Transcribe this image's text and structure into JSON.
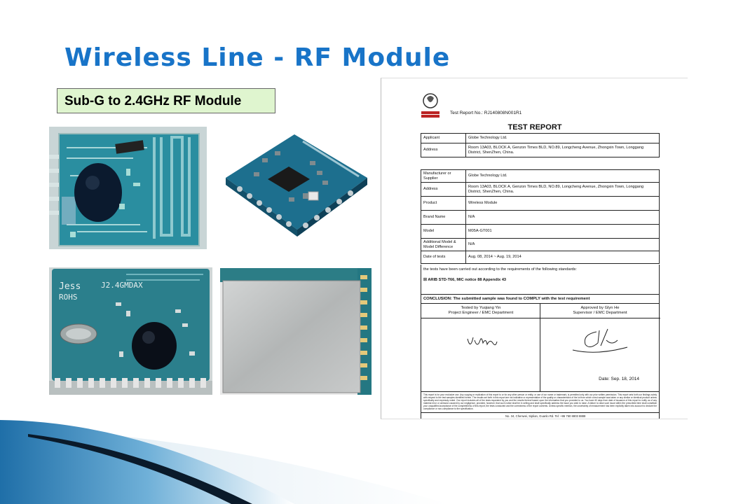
{
  "slide": {
    "title": "Wireless Line - RF Module",
    "subtitle": "Sub-G to 2.4GHz RF Module"
  },
  "photos": [
    {
      "name": "rf-module-pcb-antenna",
      "marking": ""
    },
    {
      "name": "rf-module-qfn-chip",
      "marking": ""
    },
    {
      "name": "rf-module-jess-board",
      "marking_line1": "Jess",
      "marking_line2": "J2.4GMDAX",
      "marking_line3": "ROHS"
    },
    {
      "name": "rf-module-shielded",
      "marking": ""
    }
  ],
  "report": {
    "report_no": "Test Report No.: RJ140808N001R1",
    "title": "TEST REPORT",
    "rows_a": [
      {
        "key": "Applicant",
        "value": "Globe Technology Ltd."
      },
      {
        "key": "Address",
        "value": "Room 13A03, BLOCK A, Genzon Times BLD, NO.89, Longcheng Avenue, Zhongxin Town, Longgang District, ShenZhen, China."
      }
    ],
    "rows_b": [
      {
        "key": "Manufacturer or Supplier",
        "value": "Globe Technology Ltd."
      },
      {
        "key": "Address",
        "value": "Room 13A03, BLOCK A, Genzon Times BLD, NO.89, Longcheng Avenue, Zhongxin Town, Longgang District, ShenZhen, China."
      },
      {
        "key": "Product",
        "value": "Wireless Module"
      },
      {
        "key": "Brand Name",
        "value": "N/A"
      },
      {
        "key": "Model",
        "value": "M05A-GT001"
      },
      {
        "key": "Additional Model & Model Difference",
        "value": "N/A"
      },
      {
        "key": "Date of tests",
        "value": "Aug. 08, 2014 ~ Aug. 19, 2014"
      }
    ],
    "standards_intro": "the tests have been carried out according to the requirements of the following standards:",
    "standard": "☒  ARIB STD-T66, MIC notice 88 Appendix 43",
    "conclusion": "CONCLUSION: The submitted sample was found to COMPLY with the test requirement",
    "tested_by": "Tested by Yuqiang Yin",
    "tested_role": "Project Engineer / EMC Department",
    "approved_by": "Approved by Glyn He",
    "approved_role": "Supervisor / EMC Department",
    "date": "Date: Sep. 18, 2014",
    "disclaimer": "This report is for your exclusive use. Any copying or replication of this report to or for any other person or entity, or use of our name or trademark, is permitted only with our prior written permission. This report sets forth our findings solely with respect to the test samples identified herein. The results set forth in this report are not indicative or representative of the quality or characteristics of the lot from which a test sample was taken or any similar or identical product unless specifically and expressly noted. Our report includes all of the tests requested by you and the results thereof based upon the information that you provided to us. You have 60 days from date of issuance of this report to notify us of any material error or omission caused by our negligence, provided, however, that such notice shall be in writing and shall specifically address the issue you wish to raise. A failure to raise such issue within the prescribed time shall constitute your unqualified acceptance of the completeness of this report, the tests conducted and the correctness of the report contents. Unless specific mention, the uncertainty of measurement has been explicitly taken into account to declare the compliance or non-compliance to the specification.",
    "address_strip": "No. 34, Chenwei, Siplian, Guanlo Rd.   Tel: +86 760 8803 8888"
  },
  "colors": {
    "title": "#1874c8",
    "subtitle_bg": "#dff5cf",
    "swoosh_dark": "#0a1a2a",
    "swoosh_blue": "#3a8fc8"
  }
}
